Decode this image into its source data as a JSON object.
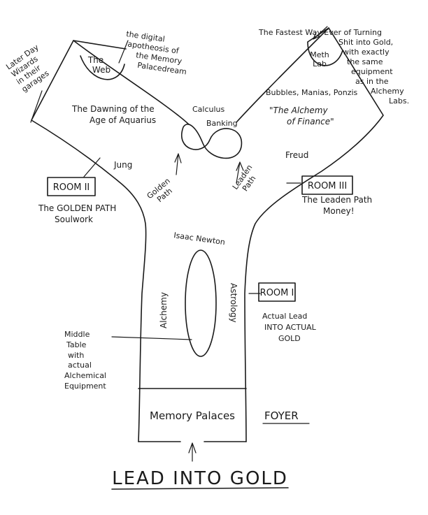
{
  "labels": {
    "later_day": [
      "Later Day",
      "Wizards",
      "in their",
      "garages"
    ],
    "web_box": [
      "The",
      "Web"
    ],
    "digital_apotheosis": [
      "the digital",
      "apotheosis of",
      "the Memory",
      "Palacedream"
    ],
    "fastest_way": [
      "The Fastest Way Ever of Turning",
      "Shit into Gold,",
      "with exactly",
      "the same",
      "equipment",
      "as in the",
      "Alchemy",
      "Labs."
    ],
    "meth_lab": [
      "Meth",
      "Lab"
    ],
    "bubbles": "Bubbles, Manias, Ponzis",
    "alchemy_finance": [
      "\"The Alchemy",
      "of Finance\""
    ],
    "dawning": [
      "The Dawning of the",
      "Age of Aquarius"
    ],
    "calculus": "Calculus",
    "banking": "Banking",
    "jung": "Jung",
    "freud": "Freud",
    "golden_path_arrow": [
      "Golden",
      "Path"
    ],
    "leaden_path_arrow": [
      "Leaden",
      "Path"
    ],
    "room2_box": "ROOM II",
    "room2_desc": [
      "The GOLDEN PATH",
      "Soulwork"
    ],
    "room3_box": "ROOM III",
    "room3_desc": [
      "The Leaden Path",
      "Money!"
    ],
    "isaac_newton": "Isaac Newton",
    "alchemy": "Alchemy",
    "astrology": "Astrology",
    "room1_box": "ROOM I",
    "room1_desc": [
      "Actual Lead",
      "INTO ACTUAL",
      "GOLD"
    ],
    "middle_table": [
      "Middle",
      "Table",
      "with",
      "actual",
      "Alchemical",
      "Equipment"
    ],
    "memory_palaces": "Memory Palaces",
    "foyer": "FOYER",
    "title": "LEAD INTO GOLD"
  }
}
